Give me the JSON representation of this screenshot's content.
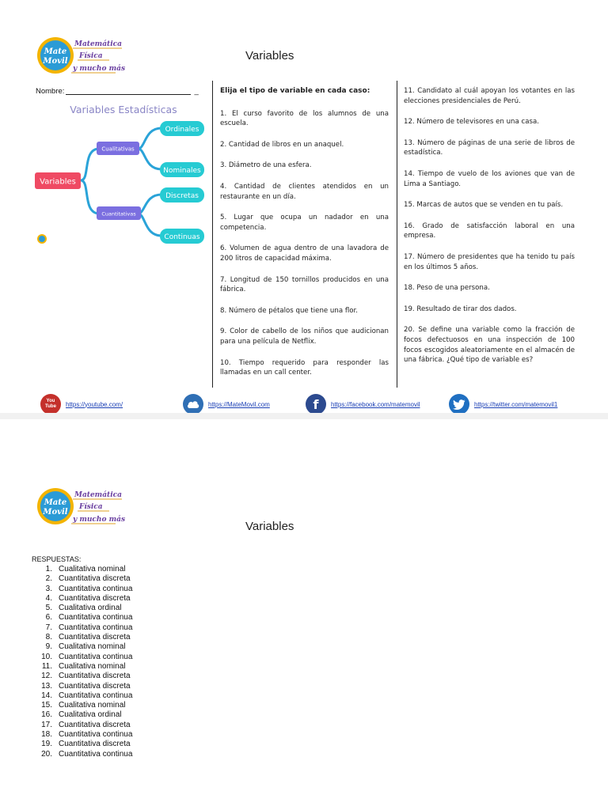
{
  "logo": {
    "badge_line1": "Mate",
    "badge_line2": "Movil",
    "tag_line1": "Matemática",
    "tag_line2": "Física",
    "tag_line3": "y mucho más"
  },
  "page1": {
    "title": "Variables",
    "name_label": "Nombre:",
    "name_tail": "_",
    "mindmap": {
      "title": "Variables Estadísticas",
      "root": "Variables",
      "branch1": "Cualitativas",
      "branch2": "Cuantitativas",
      "leaves": [
        "Ordinales",
        "Nominales",
        "Discretas",
        "Continuas"
      ]
    },
    "instruction": "Elija el tipo de variable en cada caso:",
    "questions_left": [
      "1. El curso favorito de los alumnos de una escuela.",
      "2. Cantidad de libros en un anaquel.",
      "3. Diámetro de una esfera.",
      "4. Cantidad de clientes atendidos en un restaurante en un día.",
      "5. Lugar que ocupa un nadador en una competencia.",
      "6. Volumen de agua dentro de una lavadora de 200 litros de capacidad máxima.",
      "7. Longitud de 150 tornillos producidos en una fábrica.",
      "8. Número de pétalos que tiene una flor.",
      "9. Color de cabello de los niños que audicionan para una película de Netflix.",
      "10. Tiempo requerido para responder las llamadas en un call center."
    ],
    "questions_right": [
      "11. Candidato al cuál apoyan los votantes en las elecciones presidenciales de Perú.",
      "12. Número de televisores en una casa.",
      "13. Número de páginas de una serie de libros de estadística.",
      "14. Tiempo de vuelo de los aviones que van de Lima a Santiago.",
      "15. Marcas de autos que se venden en tu país.",
      "16. Grado de satisfacción laboral en una empresa.",
      "17. Número de presidentes que ha tenido tu país en los últimos 5 años.",
      "18. Peso de una persona.",
      "19. Resultado de tirar dos dados.",
      "20. Se define una variable como la fracción de focos defectuosos en una inspección de 100 focos escogidos aleatoriamente en el almacén de una fábrica. ¿Qué tipo de variable es?"
    ],
    "links": [
      {
        "icon": "youtube-icon",
        "icon_text": "You Tube",
        "text": "https://youtube.com/",
        "color": "#c4302b"
      },
      {
        "icon": "cloud-icon",
        "icon_text": "",
        "text": "https://MateMovil.com",
        "color": "#2f6fb5"
      },
      {
        "icon": "facebook-icon",
        "icon_text": "f",
        "text": "https://facebook.com/matemovil",
        "color": "#2c4a8f"
      },
      {
        "icon": "twitter-icon",
        "icon_text": "",
        "text": "https://twitter.com/matemovil1",
        "color": "#1f6fc1"
      }
    ]
  },
  "page2": {
    "title": "Variables",
    "answers_label": "RESPUESTAS:",
    "answers": [
      "Cualitativa nominal",
      "Cuantitativa discreta",
      "Cuantitativa continua",
      "Cuantitativa discreta",
      "Cualitativa ordinal",
      "Cuantitativa continua",
      "Cuantitativa continua",
      "Cuantitativa discreta",
      "Cualitativa nominal",
      "Cuantitativa continua",
      "Cualitativa nominal",
      "Cuantitativa discreta",
      "Cuantitativa discreta",
      "Cuantitativa continua",
      "Cualitativa nominal",
      "Cualitativa ordinal",
      "Cuantitativa discreta",
      "Cuantitativa continua",
      "Cuantitativa discreta",
      "Cuantitativa continua"
    ]
  }
}
